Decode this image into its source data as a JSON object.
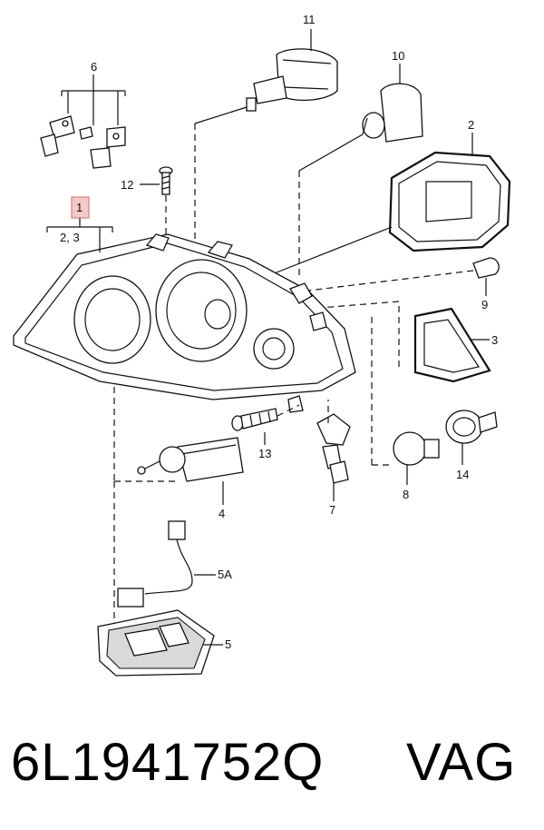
{
  "labels": {
    "p1": "1",
    "p1sub": "2, 3",
    "p2": "2",
    "p3": "3",
    "p4": "4",
    "p5": "5",
    "p5a": "5A",
    "p6": "6",
    "p7": "7",
    "p8": "8",
    "p9": "9",
    "p10": "10",
    "p11": "11",
    "p12": "12",
    "p13": "13",
    "p14": "14"
  },
  "footer": {
    "part_number": "6L1941752Q",
    "brand": "VAG"
  },
  "colors": {
    "highlight_fill": "#f4c9c9",
    "highlight_stroke": "#d98080",
    "line": "#111111"
  }
}
